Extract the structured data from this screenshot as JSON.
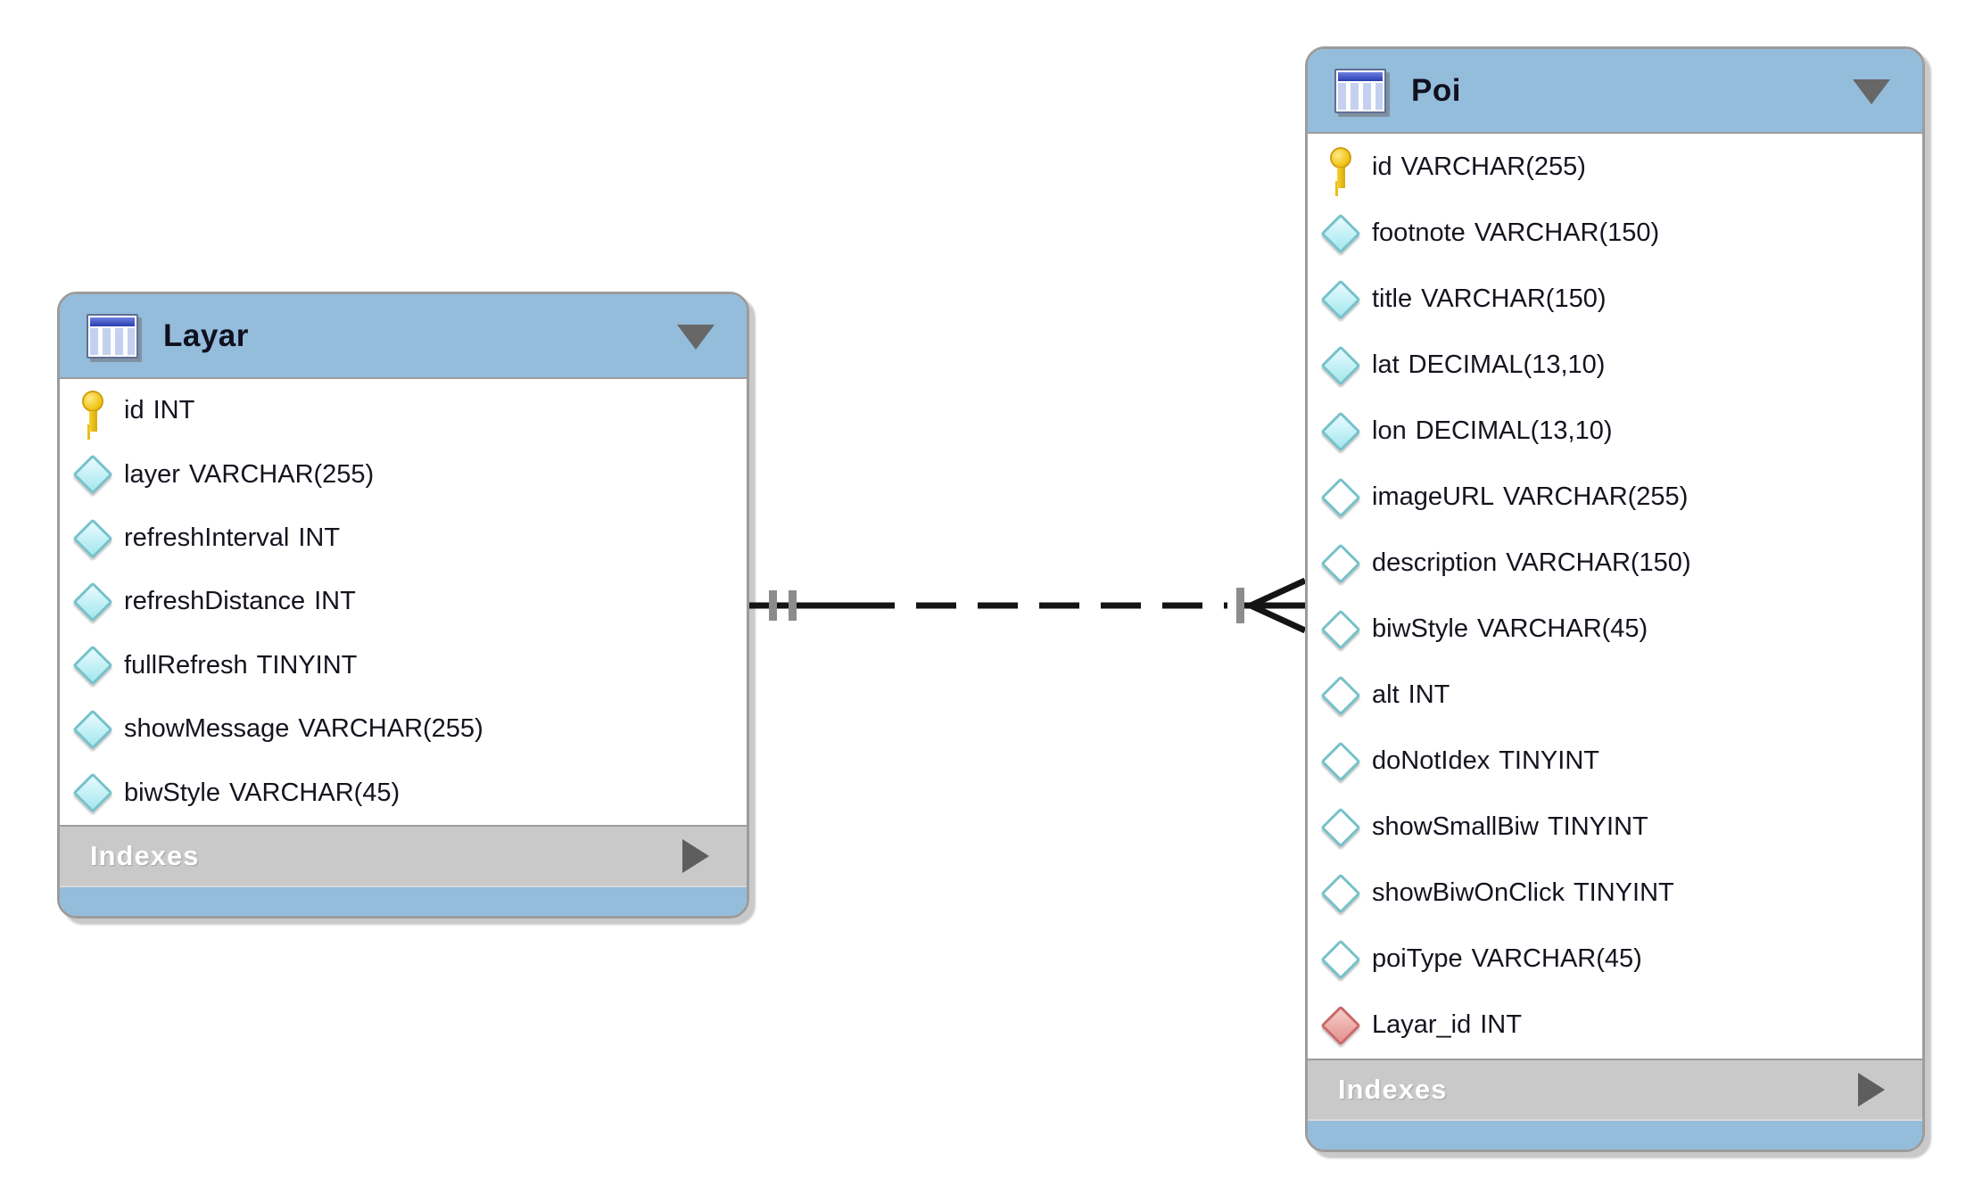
{
  "tables": [
    {
      "name": "Layar",
      "header_icon": "table-icon",
      "collapse_icon": "collapse-triangle-icon",
      "indexes_label": "Indexes",
      "indexes_expander_icon": "expand-arrow-icon",
      "columns": [
        {
          "name": "id",
          "type": "INT",
          "icon": "primary-key-icon",
          "key": "primary"
        },
        {
          "name": "layer",
          "type": "VARCHAR(255)",
          "icon": "column-not-null-icon"
        },
        {
          "name": "refreshInterval",
          "type": "INT",
          "icon": "column-not-null-icon"
        },
        {
          "name": "refreshDistance",
          "type": "INT",
          "icon": "column-not-null-icon"
        },
        {
          "name": "fullRefresh",
          "type": "TINYINT",
          "icon": "column-not-null-icon"
        },
        {
          "name": "showMessage",
          "type": "VARCHAR(255)",
          "icon": "column-not-null-icon"
        },
        {
          "name": "biwStyle",
          "type": "VARCHAR(45)",
          "icon": "column-not-null-icon"
        }
      ]
    },
    {
      "name": "Poi",
      "header_icon": "table-icon",
      "collapse_icon": "collapse-triangle-icon",
      "indexes_label": "Indexes",
      "indexes_expander_icon": "expand-arrow-icon",
      "columns": [
        {
          "name": "id",
          "type": "VARCHAR(255)",
          "icon": "primary-key-icon",
          "key": "primary"
        },
        {
          "name": "footnote",
          "type": "VARCHAR(150)",
          "icon": "column-not-null-icon"
        },
        {
          "name": "title",
          "type": "VARCHAR(150)",
          "icon": "column-not-null-icon"
        },
        {
          "name": "lat",
          "type": "DECIMAL(13,10)",
          "icon": "column-not-null-icon"
        },
        {
          "name": "lon",
          "type": "DECIMAL(13,10)",
          "icon": "column-not-null-icon"
        },
        {
          "name": "imageURL",
          "type": "VARCHAR(255)",
          "icon": "column-nullable-icon"
        },
        {
          "name": "description",
          "type": "VARCHAR(150)",
          "icon": "column-nullable-icon"
        },
        {
          "name": "biwStyle",
          "type": "VARCHAR(45)",
          "icon": "column-nullable-icon"
        },
        {
          "name": "alt",
          "type": "INT",
          "icon": "column-nullable-icon"
        },
        {
          "name": "doNotIdex",
          "type": "TINYINT",
          "icon": "column-nullable-icon"
        },
        {
          "name": "showSmallBiw",
          "type": "TINYINT",
          "icon": "column-nullable-icon"
        },
        {
          "name": "showBiwOnClick",
          "type": "TINYINT",
          "icon": "column-nullable-icon"
        },
        {
          "name": "poiType",
          "type": "VARCHAR(45)",
          "icon": "column-nullable-icon"
        },
        {
          "name": "Layar_id",
          "type": "INT",
          "icon": "foreign-key-icon",
          "key": "foreign"
        }
      ]
    }
  ],
  "relationship": {
    "source_table": "Layar",
    "target_table": "Poi",
    "line_style": "dashed (non-identifying relationship)",
    "source_cardinality": "exactly one (double bar notation)",
    "target_cardinality": "many (crow's foot with bar)"
  },
  "colors": {
    "header_blue": "#94bcdb",
    "footer_blue": "#94bcdb",
    "indexes_gray": "#c9c9c9",
    "indexes_text": "#ffffff",
    "card_border_gray": "#9c9c9c",
    "card_shadow_gray": "#c9c9c9",
    "body_text": "#14141f",
    "primary_key_gold": "#f2c71d",
    "not_null_diamond_cyan": "#a3e7ee",
    "nullable_diamond_white": "#ffffff",
    "foreign_key_red": "#e4918d",
    "connector_black": "#141414",
    "connector_bar_gray": "#8c8c8c"
  }
}
